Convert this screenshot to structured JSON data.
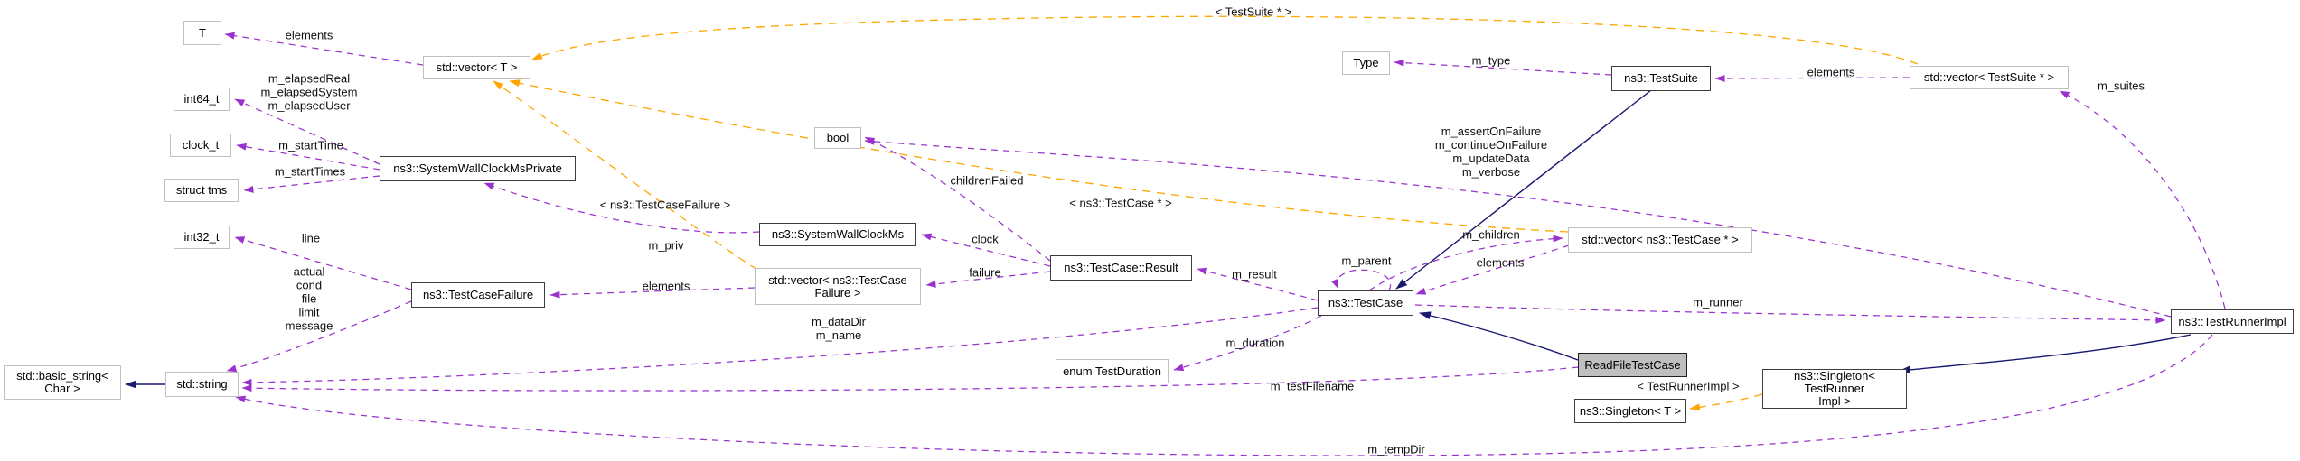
{
  "diagram": {
    "colors": {
      "aggregation_edge": "#9a32cd",
      "template_edge": "#ffa500",
      "inheritance_edge": "#191970",
      "plain_node_border": "#c0c0c0",
      "documented_node_border": "#3c3c3c",
      "highlight_node_fill": "#bfbfbf"
    },
    "nodes": {
      "t": {
        "label": "T"
      },
      "int64": {
        "label": "int64_t"
      },
      "clockt": {
        "label": "clock_t"
      },
      "tms": {
        "label": "struct tms"
      },
      "int32": {
        "label": "int32_t"
      },
      "basicString": {
        "label": "std::basic_string<\nChar >"
      },
      "stdString": {
        "label": "std::string"
      },
      "vectorT": {
        "label": "std::vector< T >"
      },
      "swcmPrivate": {
        "label": "ns3::SystemWallClockMsPrivate"
      },
      "testCaseFailure": {
        "label": "ns3::TestCaseFailure"
      },
      "swcm": {
        "label": "ns3::SystemWallClockMs"
      },
      "vectorTcf": {
        "label": "std::vector< ns3::TestCase\nFailure >"
      },
      "boolType": {
        "label": "bool"
      },
      "result": {
        "label": "ns3::TestCase::Result"
      },
      "testCase": {
        "label": "ns3::TestCase"
      },
      "enumDuration": {
        "label": "enum TestDuration"
      },
      "type": {
        "label": "Type"
      },
      "testSuite": {
        "label": "ns3::TestSuite"
      },
      "vectorTs": {
        "label": "std::vector< TestSuite * >"
      },
      "vectorTc": {
        "label": "std::vector< ns3::TestCase * >"
      },
      "runner": {
        "label": "ns3::TestRunnerImpl"
      },
      "readFile": {
        "label": "ReadFileTestCase"
      },
      "singletonTri": {
        "label": "ns3::Singleton< TestRunner\nImpl >"
      },
      "singletonT": {
        "label": "ns3::Singleton< T >"
      }
    },
    "edge_labels": {
      "elementsT": {
        "text": "elements"
      },
      "elapsed": {
        "text": "m_elapsedReal\nm_elapsedSystem\nm_elapsedUser"
      },
      "startTime": {
        "text": "m_startTime"
      },
      "startTimes": {
        "text": "m_startTimes"
      },
      "mPriv": {
        "text": "m_priv"
      },
      "tplTcf": {
        "text": "< ns3::TestCaseFailure >"
      },
      "line": {
        "text": "line"
      },
      "failureFields": {
        "text": "actual\ncond\nfile\nlimit\nmessage"
      },
      "elementsTcf": {
        "text": "elements"
      },
      "childrenFailed": {
        "text": "childrenFailed"
      },
      "clock": {
        "text": "clock"
      },
      "failure": {
        "text": "failure"
      },
      "mDataDir": {
        "text": "m_dataDir\nm_name"
      },
      "mResult": {
        "text": "m_result"
      },
      "tplTc": {
        "text": "< ns3::TestCase * >"
      },
      "mParent": {
        "text": "m_parent"
      },
      "mDuration": {
        "text": "m_duration"
      },
      "mType": {
        "text": "m_type"
      },
      "mAssert": {
        "text": "m_assertOnFailure\nm_continueOnFailure\nm_updateData\nm_verbose"
      },
      "tplTs": {
        "text": "< TestSuite * >"
      },
      "elementsTs": {
        "text": "elements"
      },
      "mSuites": {
        "text": "m_suites"
      },
      "mChildren": {
        "text": "m_children"
      },
      "elementsTc": {
        "text": "elements"
      },
      "mRunner": {
        "text": "m_runner"
      },
      "tplTri": {
        "text": "< TestRunnerImpl >"
      },
      "mTestFilename": {
        "text": "m_testFilename"
      },
      "mTempDir": {
        "text": "m_tempDir"
      }
    },
    "edges": [
      {
        "from": "std::vector< T >",
        "to": "T",
        "label": "elements",
        "kind": "aggregation"
      },
      {
        "from": "ns3::SystemWallClockMsPrivate",
        "to": "int64_t",
        "label": "m_elapsedReal m_elapsedSystem m_elapsedUser",
        "kind": "aggregation"
      },
      {
        "from": "ns3::SystemWallClockMsPrivate",
        "to": "clock_t",
        "label": "m_startTime",
        "kind": "aggregation"
      },
      {
        "from": "ns3::SystemWallClockMsPrivate",
        "to": "struct tms",
        "label": "m_startTimes",
        "kind": "aggregation"
      },
      {
        "from": "ns3::SystemWallClockMs",
        "to": "ns3::SystemWallClockMsPrivate",
        "label": "m_priv",
        "kind": "aggregation"
      },
      {
        "from": "ns3::TestCaseFailure",
        "to": "int32_t",
        "label": "line",
        "kind": "aggregation"
      },
      {
        "from": "ns3::TestCaseFailure",
        "to": "std::string",
        "label": "actual cond file limit message",
        "kind": "aggregation"
      },
      {
        "from": "std::vector< ns3::TestCaseFailure >",
        "to": "ns3::TestCaseFailure",
        "label": "elements",
        "kind": "aggregation"
      },
      {
        "from": "ns3::TestCase::Result",
        "to": "bool",
        "label": "childrenFailed",
        "kind": "aggregation"
      },
      {
        "from": "ns3::TestCase::Result",
        "to": "ns3::SystemWallClockMs",
        "label": "clock",
        "kind": "aggregation"
      },
      {
        "from": "ns3::TestCase::Result",
        "to": "std::vector< ns3::TestCaseFailure >",
        "label": "failure",
        "kind": "aggregation"
      },
      {
        "from": "ns3::TestCase",
        "to": "ns3::TestCase::Result",
        "label": "m_result",
        "kind": "aggregation"
      },
      {
        "from": "ns3::TestCase",
        "to": "ns3::TestCase",
        "label": "m_parent",
        "kind": "aggregation"
      },
      {
        "from": "ns3::TestCase",
        "to": "std::string",
        "label": "m_dataDir m_name",
        "kind": "aggregation"
      },
      {
        "from": "ns3::TestCase",
        "to": "enum TestDuration",
        "label": "m_duration",
        "kind": "aggregation"
      },
      {
        "from": "ns3::TestCase",
        "to": "std::vector< ns3::TestCase * >",
        "label": "m_children",
        "kind": "aggregation"
      },
      {
        "from": "std::vector< ns3::TestCase * >",
        "to": "ns3::TestCase",
        "label": "elements",
        "kind": "aggregation"
      },
      {
        "from": "ns3::TestCase",
        "to": "ns3::TestRunnerImpl",
        "label": "m_runner",
        "kind": "aggregation"
      },
      {
        "from": "ns3::TestSuite",
        "to": "Type",
        "label": "m_type",
        "kind": "aggregation"
      },
      {
        "from": "std::vector< TestSuite * >",
        "to": "ns3::TestSuite",
        "label": "elements",
        "kind": "aggregation"
      },
      {
        "from": "ns3::TestRunnerImpl",
        "to": "std::vector< TestSuite * >",
        "label": "m_suites",
        "kind": "aggregation"
      },
      {
        "from": "ns3::TestRunnerImpl",
        "to": "bool",
        "label": "m_assertOnFailure m_continueOnFailure m_updateData m_verbose",
        "kind": "aggregation"
      },
      {
        "from": "ReadFileTestCase",
        "to": "std::string",
        "label": "m_testFilename",
        "kind": "aggregation"
      },
      {
        "from": "ns3::TestRunnerImpl",
        "to": "std::string",
        "label": "m_tempDir",
        "kind": "aggregation"
      },
      {
        "from": "std::vector< TestSuite * >",
        "to": "std::vector< T >",
        "label": "< TestSuite * >",
        "kind": "template"
      },
      {
        "from": "std::vector< ns3::TestCaseFailure >",
        "to": "std::vector< T >",
        "label": "< ns3::TestCaseFailure >",
        "kind": "template"
      },
      {
        "from": "std::vector< ns3::TestCase * >",
        "to": "std::vector< T >",
        "label": "< ns3::TestCase * >",
        "kind": "template"
      },
      {
        "from": "ns3::Singleton< TestRunnerImpl >",
        "to": "ns3::Singleton< T >",
        "label": "< TestRunnerImpl >",
        "kind": "template"
      },
      {
        "from": "std::string",
        "to": "std::basic_string< Char >",
        "kind": "inheritance"
      },
      {
        "from": "ns3::TestSuite",
        "to": "ns3::TestCase",
        "kind": "inheritance"
      },
      {
        "from": "ReadFileTestCase",
        "to": "ns3::TestCase",
        "kind": "inheritance"
      },
      {
        "from": "ns3::TestRunnerImpl",
        "to": "ns3::Singleton< TestRunnerImpl >",
        "kind": "inheritance"
      }
    ]
  }
}
